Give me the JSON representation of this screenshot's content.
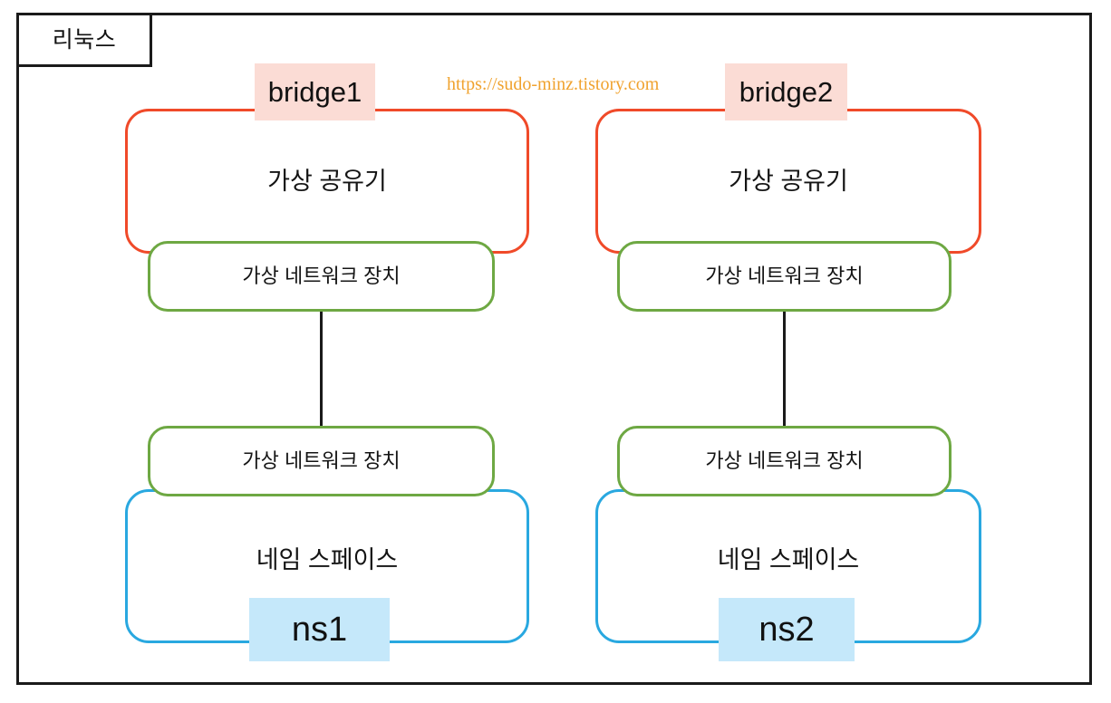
{
  "frame": {
    "title": "리눅스"
  },
  "watermark": {
    "text": "https://sudo-minz.tistory.com"
  },
  "colors": {
    "frame_border": "#1a1a1a",
    "bridge_border": "#f04a29",
    "veth_border": "#6ea843",
    "namespace_border": "#29a8e0",
    "bridge_chip_bg": "#fbdcd5",
    "namespace_chip_bg": "#c5e8fa",
    "watermark_text": "#f0a22e",
    "connector": "#1a1a1a",
    "label_text": "#141414"
  },
  "groups": [
    {
      "id": "left",
      "bridge": {
        "label": "가상 공유기",
        "chip": "bridge1"
      },
      "veth_top": {
        "label": "가상 네트워크 장치"
      },
      "veth_bottom": {
        "label": "가상 네트워크 장치"
      },
      "namespace": {
        "label": "네임 스페이스",
        "chip": "ns1"
      }
    },
    {
      "id": "right",
      "bridge": {
        "label": "가상 공유기",
        "chip": "bridge2"
      },
      "veth_top": {
        "label": "가상 네트워크 장치"
      },
      "veth_bottom": {
        "label": "가상 네트워크 장치"
      },
      "namespace": {
        "label": "네임 스페이스",
        "chip": "ns2"
      }
    }
  ]
}
